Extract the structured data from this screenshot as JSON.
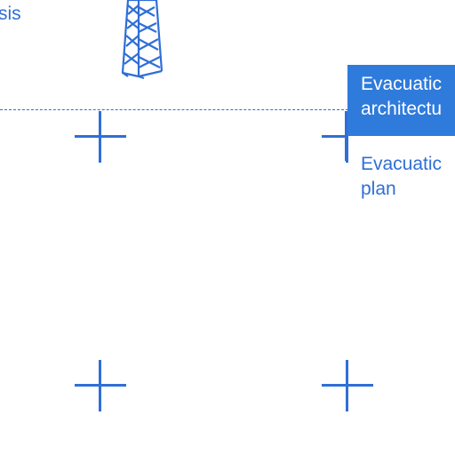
{
  "colors": {
    "accent": "#2f6fd6",
    "selected_fill": "#2f7bdc",
    "text_on_selected": "#ffffff",
    "background": "#ffffff"
  },
  "partial_label": {
    "text": "sis"
  },
  "tower": {
    "icon": "transmission-tower-icon"
  },
  "selected_node": {
    "line1": "Evacuatic",
    "line2": "architectu"
  },
  "plan_node": {
    "line1": "Evacuatic",
    "line2": "plan"
  },
  "crosses": [
    {
      "icon": "plus-crosshair-icon"
    },
    {
      "icon": "plus-crosshair-icon"
    },
    {
      "icon": "plus-crosshair-icon"
    },
    {
      "icon": "plus-crosshair-icon"
    }
  ]
}
